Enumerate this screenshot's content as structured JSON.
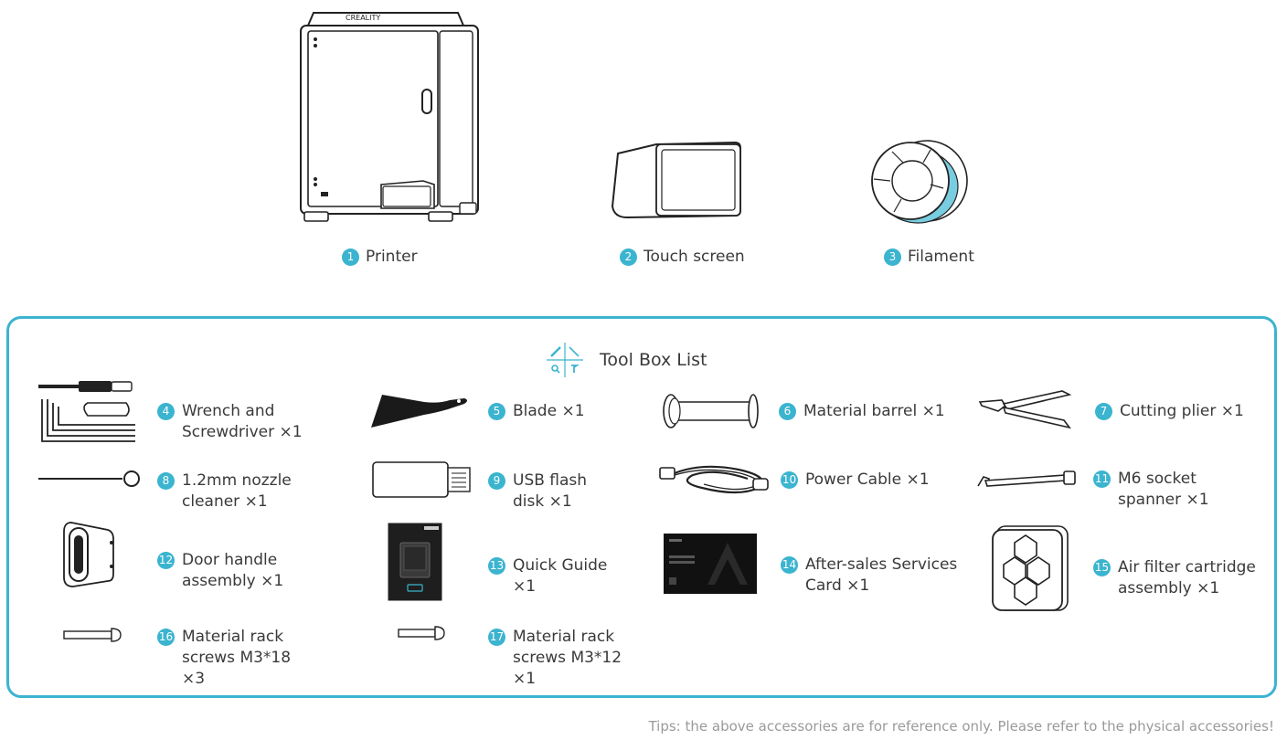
{
  "main_items": [
    {
      "num": "1",
      "label": "Printer"
    },
    {
      "num": "2",
      "label": "Touch screen"
    },
    {
      "num": "3",
      "label": "Filament"
    }
  ],
  "printer_logo": "CREALITY",
  "toolbox": {
    "title": "Tool Box List",
    "icon": "tools-icon",
    "accent_color": "#3bb4cf",
    "items": [
      {
        "num": "4",
        "line1": "Wrench and",
        "line2": "Screwdriver  ×1",
        "icon": "wrench-screwdriver-icon"
      },
      {
        "num": "5",
        "line1": "Blade  ×1",
        "icon": "blade-icon"
      },
      {
        "num": "6",
        "line1": "Material barrel  ×1",
        "icon": "material-barrel-icon"
      },
      {
        "num": "7",
        "line1": "Cutting plier  ×1",
        "icon": "cutting-plier-icon"
      },
      {
        "num": "8",
        "line1": "1.2mm nozzle",
        "line2": "cleaner  ×1",
        "icon": "nozzle-cleaner-icon"
      },
      {
        "num": "9",
        "line1": "USB flash",
        "line2": "disk  ×1",
        "icon": "usb-flash-disk-icon"
      },
      {
        "num": "10",
        "line1": "Power Cable  ×1",
        "icon": "power-cable-icon"
      },
      {
        "num": "11",
        "line1": "M6 socket",
        "line2": "spanner  ×1",
        "icon": "socket-spanner-icon"
      },
      {
        "num": "12",
        "line1": "Door handle",
        "line2": "assembly  ×1",
        "icon": "door-handle-icon"
      },
      {
        "num": "13",
        "line1": "Quick Guide",
        "line2": "×1",
        "icon": "quick-guide-icon"
      },
      {
        "num": "14",
        "line1": "After-sales Services",
        "line2": "Card  ×1",
        "icon": "service-card-icon"
      },
      {
        "num": "15",
        "line1": "Air filter cartridge",
        "line2": "assembly  ×1",
        "icon": "air-filter-icon"
      },
      {
        "num": "16",
        "line1": "Material rack",
        "line2": "screws M3*18",
        "line3": "×3",
        "icon": "screw-long-icon"
      },
      {
        "num": "17",
        "line1": "Material rack",
        "line2": "screws M3*12",
        "line3": "×1",
        "icon": "screw-short-icon"
      }
    ]
  },
  "tip": "Tips: the above accessories are for reference only. Please refer to the physical accessories!"
}
